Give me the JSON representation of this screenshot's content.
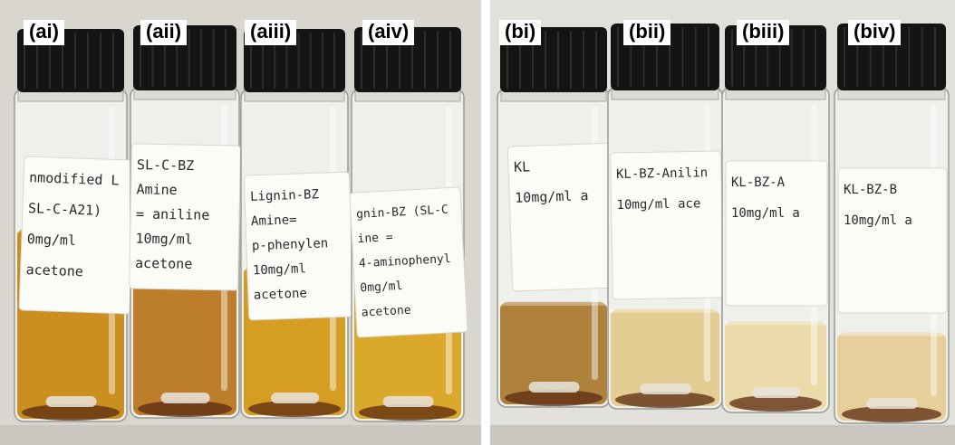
{
  "panels": [
    {
      "id": "a",
      "vials": [
        {
          "label": "(ai)",
          "lines": [
            "nmodified L",
            "SL-C-A21)",
            "0mg/ml",
            "acetone"
          ],
          "liquid_color": "#c8860f",
          "liquid_level": 0.58
        },
        {
          "label": "(aii)",
          "lines": [
            "SL-C-BZ",
            "Amine",
            "= aniline",
            "10mg/ml",
            "acetone"
          ],
          "liquid_color": "#b8741a",
          "liquid_level": 0.52
        },
        {
          "label": "(aiii)",
          "lines": [
            "Lignin-BZ",
            "Amine=",
            "p-phenylen",
            "10mg/ml",
            "acetone"
          ],
          "liquid_color": "#d2960f",
          "liquid_level": 0.46
        },
        {
          "label": "(aiv)",
          "lines": [
            "gnin-BZ (SL-C",
            "ine =",
            "4-aminophenyl",
            "0mg/ml",
            "acetone"
          ],
          "liquid_color": "#d8a21a",
          "liquid_level": 0.42
        }
      ]
    },
    {
      "id": "b",
      "vials": [
        {
          "label": "(bi)",
          "lines": [
            "KL",
            "10mg/ml a"
          ],
          "liquid_color": "#a8782c",
          "liquid_level": 0.33
        },
        {
          "label": "(bii)",
          "lines": [
            "KL-BZ-Anilin",
            "10mg/ml ace"
          ],
          "liquid_color": "#e2ca8a",
          "liquid_level": 0.31
        },
        {
          "label": "(biii)",
          "lines": [
            "KL-BZ-A",
            "10mg/ml a"
          ],
          "liquid_color": "#ead9a4",
          "liquid_level": 0.28
        },
        {
          "label": "(biv)",
          "lines": [
            "KL-BZ-B",
            "10mg/ml a"
          ],
          "liquid_color": "#e4cc92",
          "liquid_level": 0.27
        }
      ]
    }
  ],
  "colors": {
    "cap": "#141414",
    "glass": "#eef0ec",
    "label_paper": "#fbfbf8",
    "bg_a": "#d9d6cf",
    "bg_b": "#e2e0db"
  }
}
